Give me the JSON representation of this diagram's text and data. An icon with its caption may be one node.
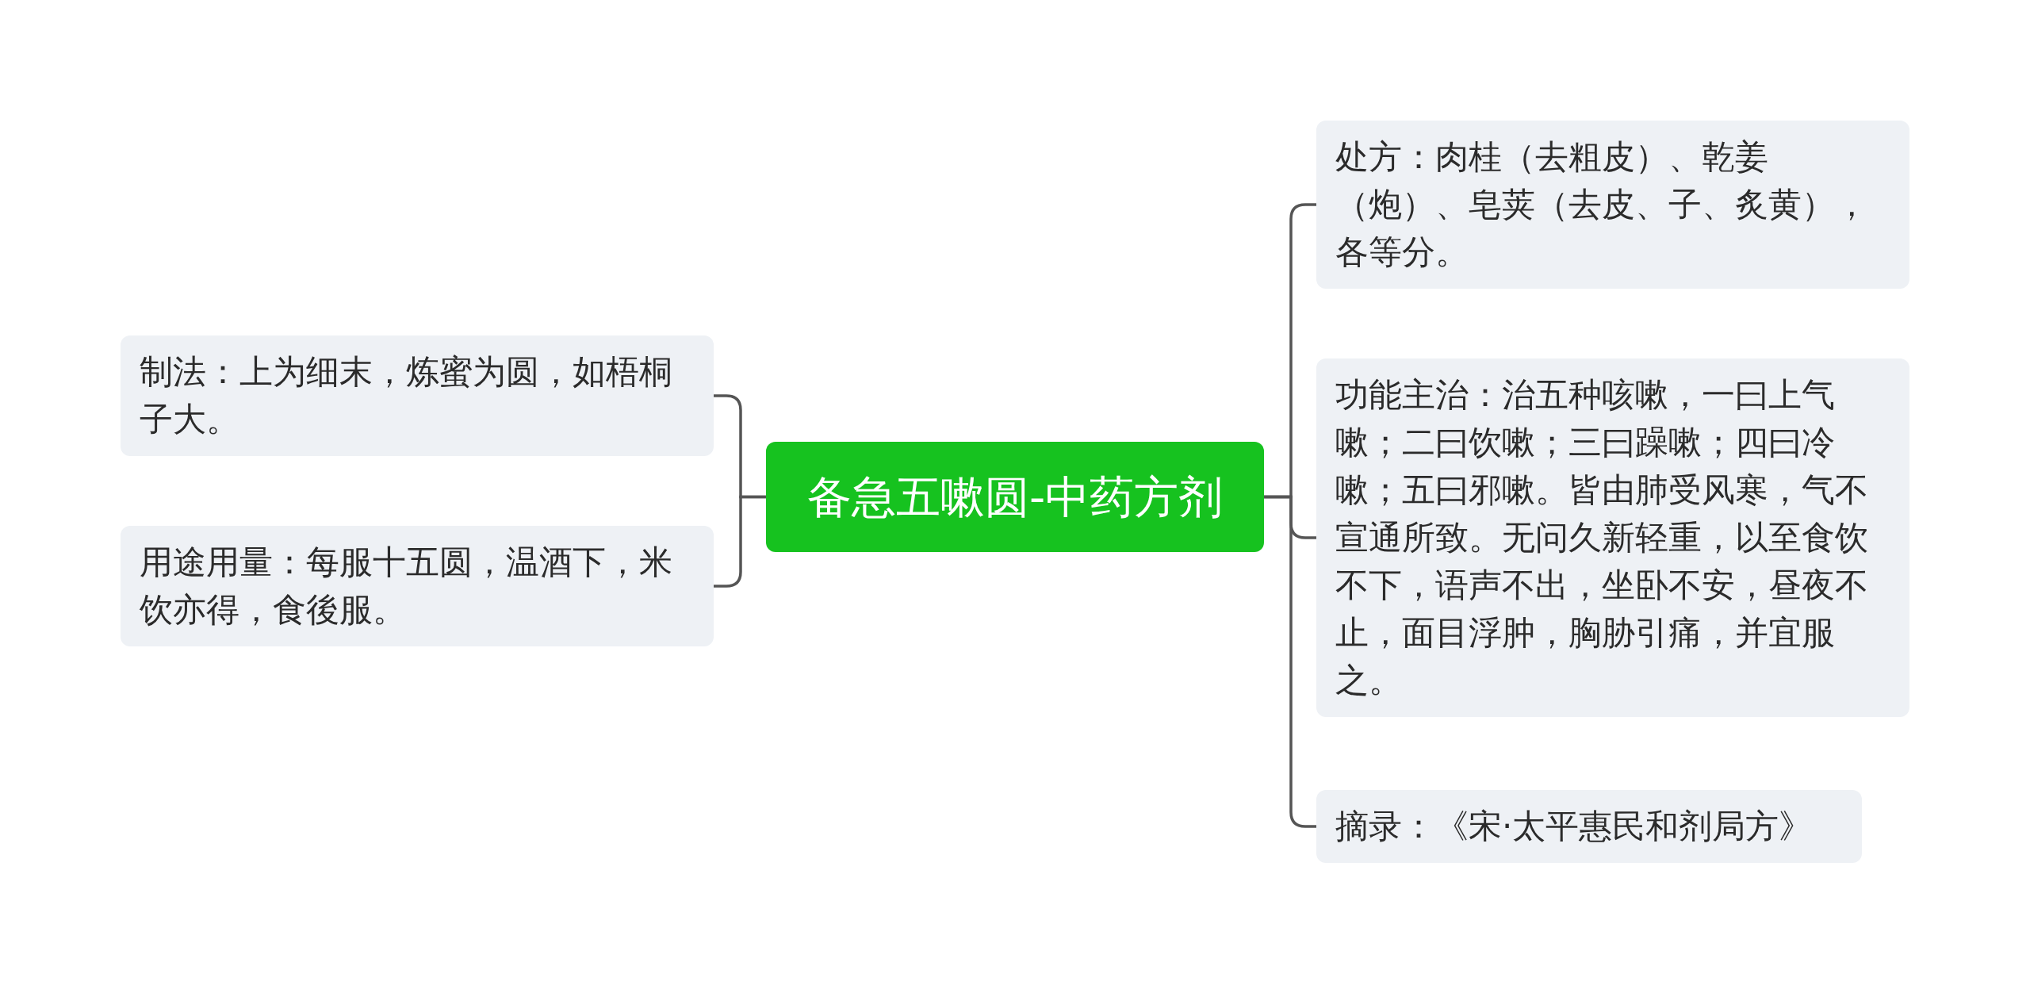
{
  "diagram": {
    "nodes": [
      {
        "text": [
          "备急五嗽圆-中药方剂"
        ]
      },
      {
        "text": [
          "制法：上为细末，炼蜜为圆，如梧桐子大。"
        ]
      },
      {
        "text": [
          "用途用量：每服十五圆，温酒下，米饮亦得，食後服。"
        ]
      },
      {
        "text": [
          "处方：肉桂（去粗皮）、乾姜（炮）、皂荚（去皮、子、炙黄），各等分。"
        ]
      },
      {
        "text": [
          "功能主治：治五种咳嗽，一曰上气嗽；二曰饮嗽；三曰躁嗽；四曰冷嗽；五曰邪嗽。皆由肺受风寒，气不宣通所致。无问久新轻重，以至食饮不下，语声不出，坐卧不安，昼夜不止，面目浮肿，胸胁引痛，并宜服之。"
        ]
      },
      {
        "text": [
          "摘录：《宋·太平惠民和剂局方》"
        ]
      }
    ],
    "edges": [
      {
        "from": 0,
        "to": 1,
        "arrow": "none"
      },
      {
        "from": 0,
        "to": 2,
        "arrow": "none"
      },
      {
        "from": 0,
        "to": 3,
        "arrow": "none"
      },
      {
        "from": 0,
        "to": 4,
        "arrow": "none"
      },
      {
        "from": 0,
        "to": 5,
        "arrow": "none"
      }
    ]
  }
}
